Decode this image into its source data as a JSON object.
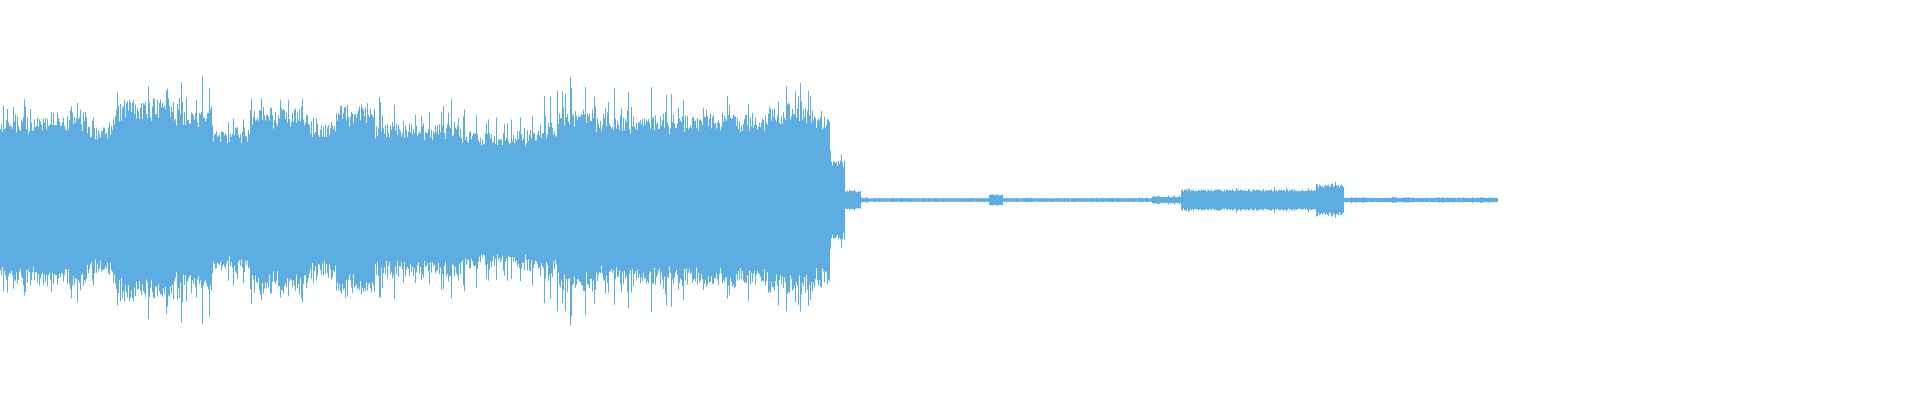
{
  "waveform": {
    "color": "#5dade2",
    "background": "#ffffff",
    "progress": 0.78,
    "segments": [
      {
        "start": 0.0,
        "end": 0.03,
        "amp": 0.44,
        "spike": 0.1
      },
      {
        "start": 0.03,
        "end": 0.045,
        "amp": 0.46,
        "spike": 0.12
      },
      {
        "start": 0.045,
        "end": 0.06,
        "amp": 0.4,
        "spike": 0.08
      },
      {
        "start": 0.06,
        "end": 0.09,
        "amp": 0.52,
        "spike": 0.18
      },
      {
        "start": 0.09,
        "end": 0.11,
        "amp": 0.48,
        "spike": 0.2
      },
      {
        "start": 0.11,
        "end": 0.13,
        "amp": 0.38,
        "spike": 0.1
      },
      {
        "start": 0.13,
        "end": 0.16,
        "amp": 0.48,
        "spike": 0.1
      },
      {
        "start": 0.16,
        "end": 0.175,
        "amp": 0.4,
        "spike": 0.1
      },
      {
        "start": 0.175,
        "end": 0.195,
        "amp": 0.48,
        "spike": 0.12
      },
      {
        "start": 0.195,
        "end": 0.24,
        "amp": 0.4,
        "spike": 0.16
      },
      {
        "start": 0.24,
        "end": 0.28,
        "amp": 0.36,
        "spike": 0.12
      },
      {
        "start": 0.28,
        "end": 0.29,
        "amp": 0.4,
        "spike": 0.16
      },
      {
        "start": 0.29,
        "end": 0.31,
        "amp": 0.48,
        "spike": 0.22
      },
      {
        "start": 0.31,
        "end": 0.36,
        "amp": 0.44,
        "spike": 0.16
      },
      {
        "start": 0.36,
        "end": 0.4,
        "amp": 0.44,
        "spike": 0.1
      },
      {
        "start": 0.4,
        "end": 0.425,
        "amp": 0.5,
        "spike": 0.1
      },
      {
        "start": 0.425,
        "end": 0.432,
        "amp": 0.44,
        "spike": 0.04
      },
      {
        "start": 0.432,
        "end": 0.44,
        "amp": 0.22,
        "spike": 0.04
      },
      {
        "start": 0.44,
        "end": 0.448,
        "amp": 0.05,
        "spike": 0.01
      },
      {
        "start": 0.448,
        "end": 0.515,
        "amp": 0.01,
        "spike": 0.004
      },
      {
        "start": 0.515,
        "end": 0.522,
        "amp": 0.03,
        "spike": 0.01
      },
      {
        "start": 0.522,
        "end": 0.6,
        "amp": 0.01,
        "spike": 0.004
      },
      {
        "start": 0.6,
        "end": 0.615,
        "amp": 0.018,
        "spike": 0.006
      },
      {
        "start": 0.615,
        "end": 0.685,
        "amp": 0.055,
        "spike": 0.012
      },
      {
        "start": 0.685,
        "end": 0.7,
        "amp": 0.08,
        "spike": 0.015
      },
      {
        "start": 0.7,
        "end": 0.78,
        "amp": 0.012,
        "spike": 0.005
      }
    ]
  }
}
